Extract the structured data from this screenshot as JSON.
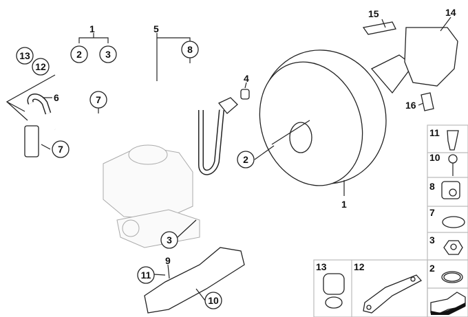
{
  "callouts": {
    "group_1": "1",
    "group_1_a": "2",
    "group_1_b": "3",
    "group_5": "5",
    "group_5_a": "8",
    "hose_13": "13",
    "hose_12": "12",
    "hose_6": "6",
    "hose_7_top": "7",
    "hose_7_bottom": "7",
    "valve_4": "4",
    "pin_2": "2",
    "nut_3": "3",
    "bracket_9": "9",
    "clip_11": "11",
    "screw_10": "10",
    "booster_1": "1",
    "clip_15": "15",
    "gasket_14": "14",
    "clip_16": "16"
  },
  "legend_side": [
    "11",
    "10",
    "8",
    "7",
    "3",
    "2"
  ],
  "legend_bottom": [
    "13",
    "12"
  ]
}
